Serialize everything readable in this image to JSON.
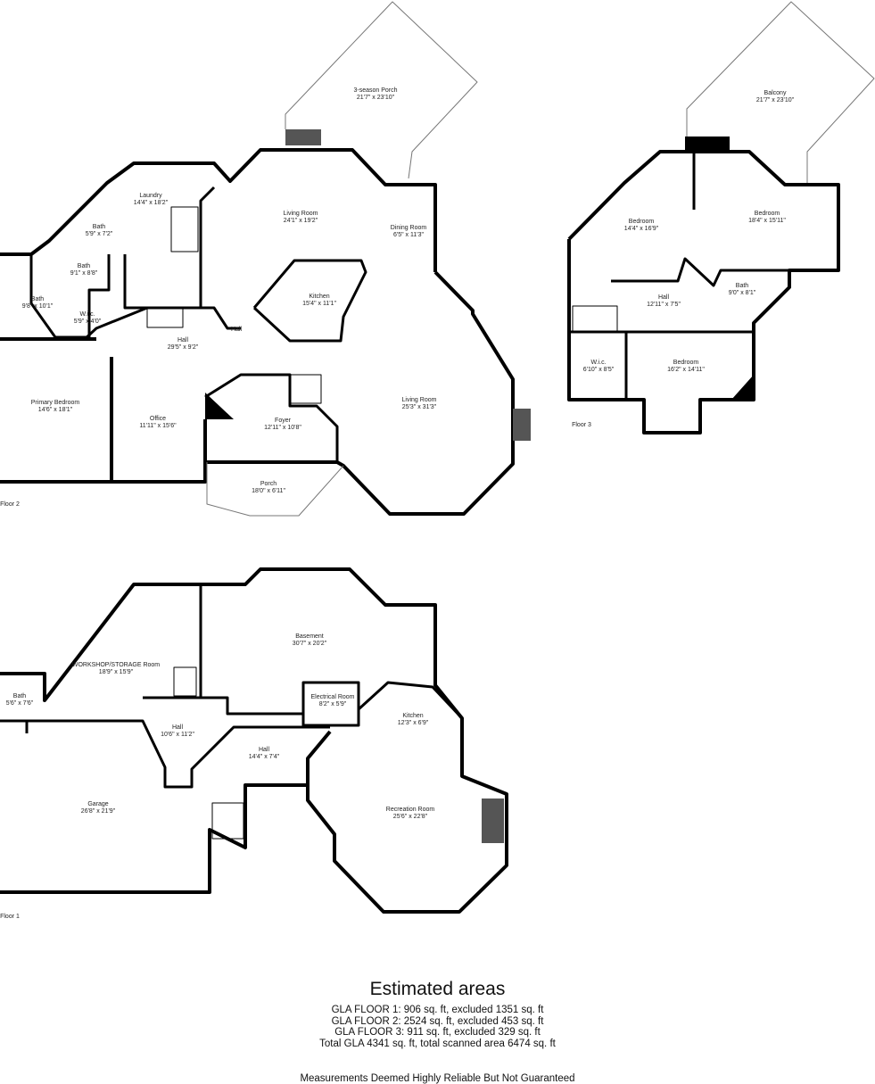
{
  "floors": [
    {
      "label": "Floor 2",
      "rooms": [
        {
          "name": "3-season Porch",
          "dims": "21'7\" x 23'10\""
        },
        {
          "name": "Laundry",
          "dims": "14'4\" x 18'2\""
        },
        {
          "name": "Living Room",
          "dims": "24'1\" x 19'2\""
        },
        {
          "name": "Dining Room",
          "dims": "6'5\" x 11'3\""
        },
        {
          "name": "Bath",
          "dims": "5'9\" x 7'2\""
        },
        {
          "name": "Bath",
          "dims": "9'1\" x 8'8\""
        },
        {
          "name": "Bath",
          "dims": "9'8\" x 10'1\""
        },
        {
          "name": "W.i.c.",
          "dims": "5'9\" x 4'0\""
        },
        {
          "name": "Kitchen",
          "dims": "15'4\" x 11'1\""
        },
        {
          "name": "Hall",
          "dims": "29'5\" x 9'2\""
        },
        {
          "name": "Hall",
          "dims": ""
        },
        {
          "name": "Primary Bedroom",
          "dims": "14'6\" x 18'1\""
        },
        {
          "name": "Office",
          "dims": "11'11\" x 15'6\""
        },
        {
          "name": "Foyer",
          "dims": "12'11\" x 10'8\""
        },
        {
          "name": "Living Room",
          "dims": "25'3\" x 31'3\""
        },
        {
          "name": "Porch",
          "dims": "18'0\" x 6'11\""
        }
      ]
    },
    {
      "label": "Floor 3",
      "rooms": [
        {
          "name": "Balcony",
          "dims": "21'7\" x 23'10\""
        },
        {
          "name": "Bedroom",
          "dims": "14'4\" x 16'9\""
        },
        {
          "name": "Bedroom",
          "dims": "18'4\" x 15'11\""
        },
        {
          "name": "Hall",
          "dims": "12'11\" x 7'5\""
        },
        {
          "name": "Bath",
          "dims": "9'0\" x 8'1\""
        },
        {
          "name": "W.i.c.",
          "dims": "6'10\" x 8'5\""
        },
        {
          "name": "Bedroom",
          "dims": "16'2\" x 14'11\""
        }
      ]
    },
    {
      "label": "Floor 1",
      "rooms": [
        {
          "name": "Basement",
          "dims": "30'7\" x 20'2\""
        },
        {
          "name": "WORKSHOP/STORAGE Room",
          "dims": "18'9\" x 15'9\""
        },
        {
          "name": "Bath",
          "dims": "5'6\" x 7'6\""
        },
        {
          "name": "Electrical Room",
          "dims": "8'2\" x 5'9\""
        },
        {
          "name": "Kitchen",
          "dims": "12'3\" x 6'9\""
        },
        {
          "name": "Hall",
          "dims": "10'6\" x 11'2\""
        },
        {
          "name": "Hall",
          "dims": "14'4\" x 7'4\""
        },
        {
          "name": "Garage",
          "dims": "26'8\" x 21'9\""
        },
        {
          "name": "Recreation Room",
          "dims": "25'6\" x 22'8\""
        }
      ]
    }
  ],
  "summary": {
    "title": "Estimated areas",
    "lines": [
      "GLA FLOOR 1: 906 sq. ft, excluded 1351 sq. ft",
      "GLA FLOOR 2: 2524 sq. ft, excluded 453 sq. ft",
      "GLA FLOOR 3: 911 sq. ft, excluded 329 sq. ft",
      "Total GLA 4341 sq. ft, total scanned area 6474 sq. ft"
    ],
    "disclaimer": "Measurements Deemed Highly Reliable But Not Guaranteed"
  }
}
